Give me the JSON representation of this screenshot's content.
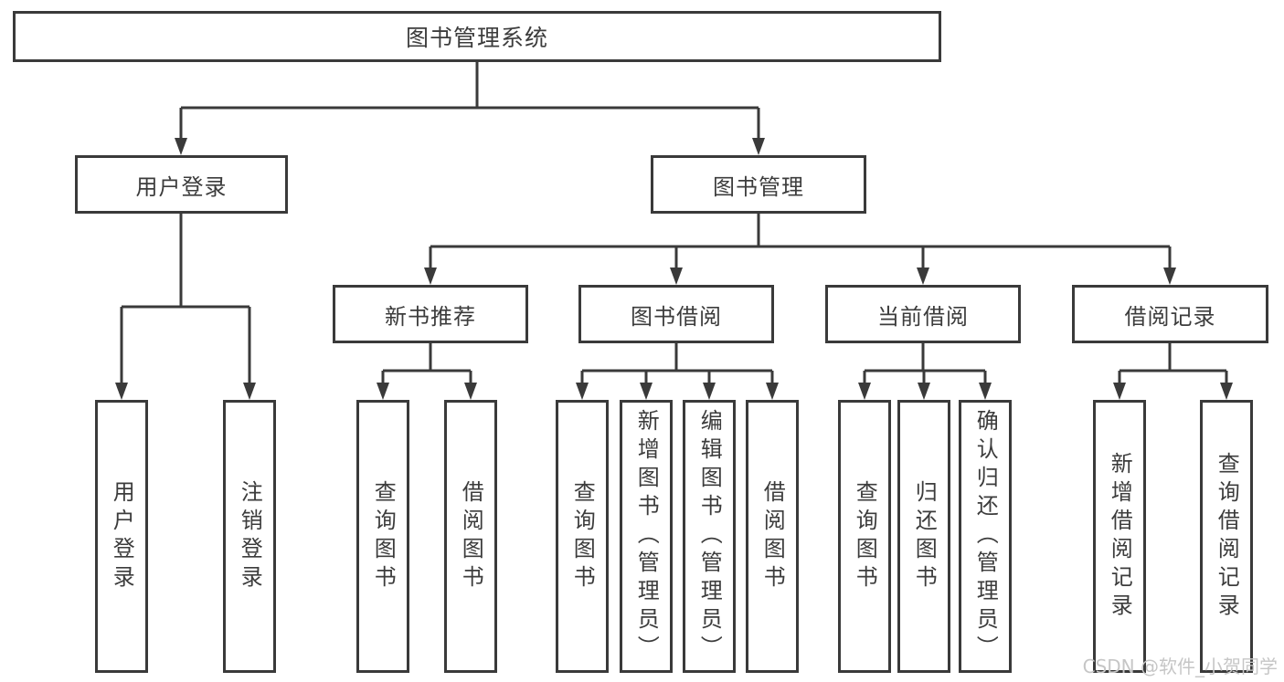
{
  "tree": {
    "root": {
      "label": "图书管理系统"
    },
    "branches": [
      {
        "label": "用户登录",
        "children": [
          {
            "label": "用户登录"
          },
          {
            "label": "注销登录"
          }
        ]
      },
      {
        "label": "图书管理",
        "children": [
          {
            "label": "新书推荐",
            "children": [
              {
                "label": "查询图书"
              },
              {
                "label": "借阅图书"
              }
            ]
          },
          {
            "label": "图书借阅",
            "children": [
              {
                "label": "查询图书"
              },
              {
                "label": "新增图书（管理员）"
              },
              {
                "label": "编辑图书（管理员）"
              },
              {
                "label": "借阅图书"
              }
            ]
          },
          {
            "label": "当前借阅",
            "children": [
              {
                "label": "查询图书"
              },
              {
                "label": "归还图书"
              },
              {
                "label": "确认归还（管理员）"
              }
            ]
          },
          {
            "label": "借阅记录",
            "children": [
              {
                "label": "新增借阅记录"
              },
              {
                "label": "查询借阅记录"
              }
            ]
          }
        ]
      }
    ]
  },
  "watermark": {
    "text": "CSDN @软件_小贺同学"
  },
  "colors": {
    "line": "#3a3a3a",
    "text": "#3c3c3c",
    "background": "#ffffff",
    "watermark": "#c6c6c6"
  }
}
